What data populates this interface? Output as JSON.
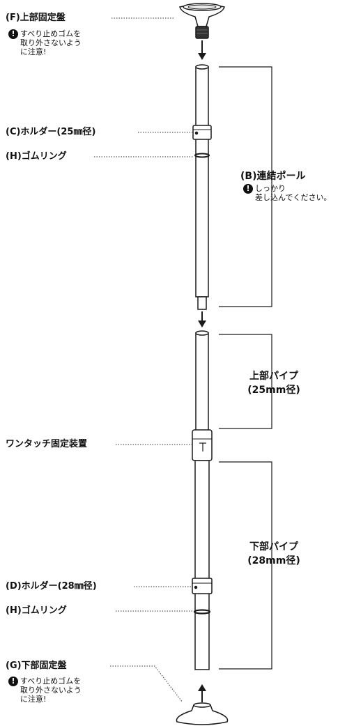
{
  "labels": {
    "f_upper_plate": "(F)上部固定盤",
    "c_holder": "(C)ホルダー(25㎜径)",
    "h_ring_top": "(H)ゴムリング",
    "one_touch": "ワンタッチ固定装置",
    "d_holder": "(D)ホルダー(28㎜径)",
    "h_ring_bottom": "(H)ゴムリング",
    "g_lower_plate": "(G)下部固定盤"
  },
  "warnings": {
    "top": [
      "すべり止めゴムを",
      "取り外さないよう",
      "に注意!"
    ],
    "pole": [
      "しっかり",
      "差し込んでください。"
    ],
    "bottom": [
      "すべり止めゴムを",
      "取り外さないよう",
      "に注意!"
    ]
  },
  "sections": {
    "b_pole": "(B)連結ポール",
    "upper_pipe": [
      "上部パイプ",
      "(25mm径)"
    ],
    "lower_pipe": [
      "下部パイプ",
      "(28mm径)"
    ]
  },
  "icons": {
    "warning": "exclamation-circle-icon",
    "arrow": "down-arrow-icon"
  },
  "colors": {
    "line": "#1a1a1a",
    "plate_fill": "#ffffff",
    "rubber": "#333333"
  }
}
